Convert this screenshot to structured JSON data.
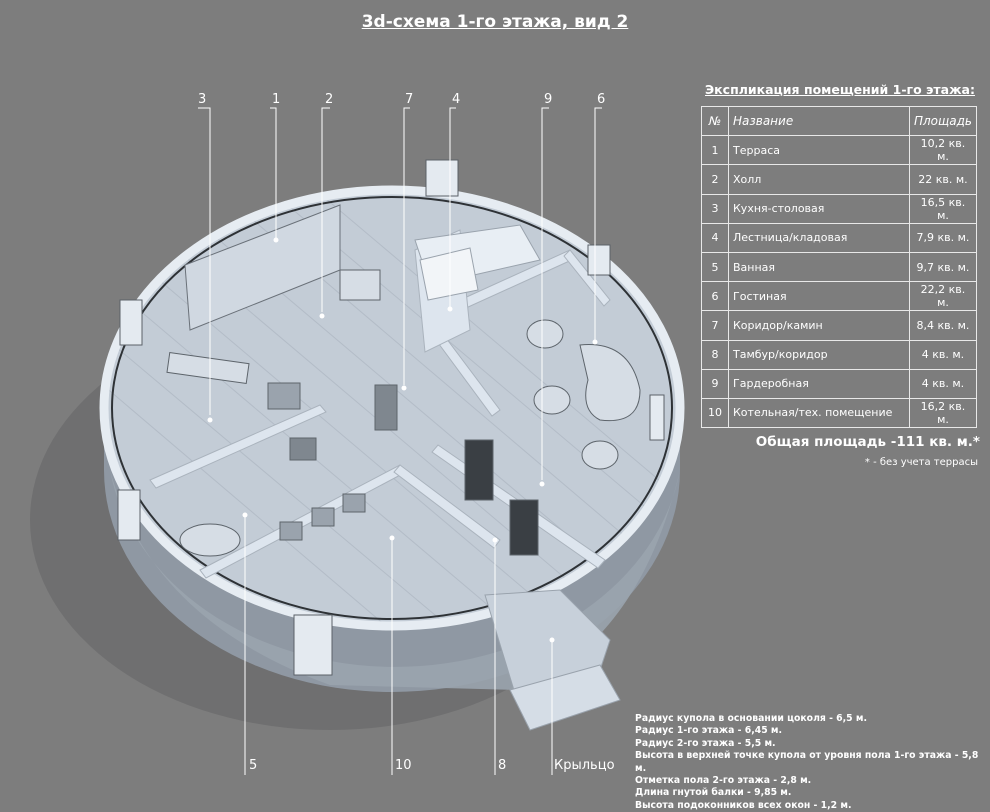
{
  "title": "3d-схема 1-го этажа, вид 2",
  "explication": {
    "title": "Экспликация помещений 1-го этажа:",
    "headers": [
      "№",
      "Название",
      "Площадь"
    ],
    "rows": [
      {
        "n": "1",
        "name": "Терраса",
        "area": "10,2 кв. м."
      },
      {
        "n": "2",
        "name": "Холл",
        "area": "22 кв. м."
      },
      {
        "n": "3",
        "name": "Кухня-столовая",
        "area": "16,5 кв. м."
      },
      {
        "n": "4",
        "name": "Лестница/кладовая",
        "area": "7,9 кв. м."
      },
      {
        "n": "5",
        "name": "Ванная",
        "area": "9,7 кв. м."
      },
      {
        "n": "6",
        "name": "Гостиная",
        "area": "22,2 кв. м."
      },
      {
        "n": "7",
        "name": "Коридор/камин",
        "area": "8,4 кв. м."
      },
      {
        "n": "8",
        "name": "Тамбур/коридор",
        "area": "4 кв. м."
      },
      {
        "n": "9",
        "name": "Гардеробная",
        "area": "4 кв. м."
      },
      {
        "n": "10",
        "name": "Котельная/тех. помещение",
        "area": "16,2 кв. м."
      }
    ],
    "total": "Общая площадь -111 кв. м.*",
    "note": "* - без учета террасы"
  },
  "callouts": {
    "top": [
      "3",
      "1",
      "2",
      "7",
      "4",
      "9",
      "6"
    ],
    "bottom": [
      "5",
      "10",
      "8"
    ],
    "porch": "Крыльцо"
  },
  "parameters": [
    "Радиус купола в основании цоколя - 6,5 м.",
    "Радиус 1-го этажа - 6,45 м.",
    "Радиус 2-го этажа - 5,5 м.",
    "Высота в верхней точке купола от уровня пола 1-го этажа - 5,8 м.",
    "Отметка пола 2-го этажа - 2,8 м.",
    "Длина гнутой балки - 9,85 м.",
    "Высота подоконников всех окон - 1,2 м."
  ],
  "colors": {
    "background": "#7d7d7d",
    "floor": "#c3ccd6",
    "wall": "#dde5ee",
    "text": "#ffffff"
  }
}
